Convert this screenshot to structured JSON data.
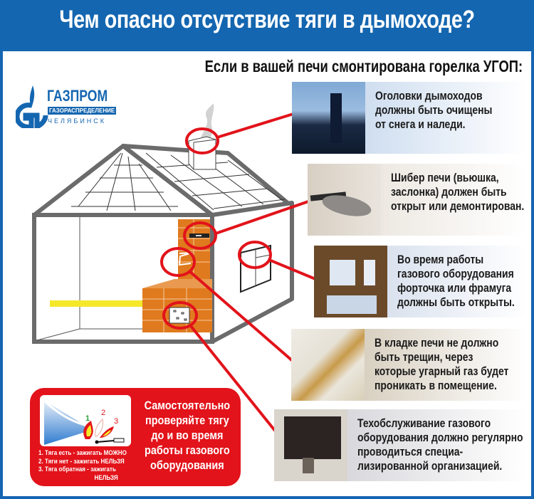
{
  "header": {
    "title": "Чем опасно отсутствие тяги в дымоходе?",
    "subtitle": "Если в вашей печи смонтирована горелка УГОП:",
    "bg_color": "#1466b0"
  },
  "logo": {
    "name": "ГАЗПРОМ",
    "division": "ГАЗОРАСПРЕДЕЛЕНИЕ",
    "city": "ЧЕЛЯБИНСК",
    "icon": "gazprom-flame-icon"
  },
  "panels": [
    {
      "photo": "chimney-photo",
      "text": "Оголовки дымоходов\nдолжны быть очищены\nот снега и наледи."
    },
    {
      "photo": "damper-photo",
      "text": "Шибер печи (вьюшка,\nзаслонка) должен быть\nоткрыт или демонтирован."
    },
    {
      "photo": "window-photo",
      "text": "Во время работы\nгазового оборудования\nфорточка или фрамуга\nдолжны быть открыты."
    },
    {
      "photo": "stove-masonry-photo",
      "text": "В кладке печи не должно\nбыть трещин, через\nкоторые угарный газ будет\nпроникать в помещение."
    },
    {
      "photo": "gas-equipment-photo",
      "text": "Техобслуживание газового\nоборудования должно регулярно\nпроводиться специа-\nлизированной организацией."
    }
  ],
  "draft_check": {
    "labels": [
      "1",
      "2",
      "3"
    ],
    "legend": "1. Тяга есть - зажигать МОЖНО\n2. Тяги нет - зажигать НЕЛЬЗЯ\n3. Тяга обратная - зажигать\n                                   НЕЛЬЗЯ",
    "message": "Самостоятельно\nпроверяйте тягу\nдо и во время\nработы газового\nоборудования",
    "bg_color": "#e2131b"
  },
  "colors": {
    "accent_red": "#e2131b",
    "house_gray": "#6b6b6b",
    "brick": "#e07a1e",
    "gas_pipe": "#f5e82a"
  }
}
